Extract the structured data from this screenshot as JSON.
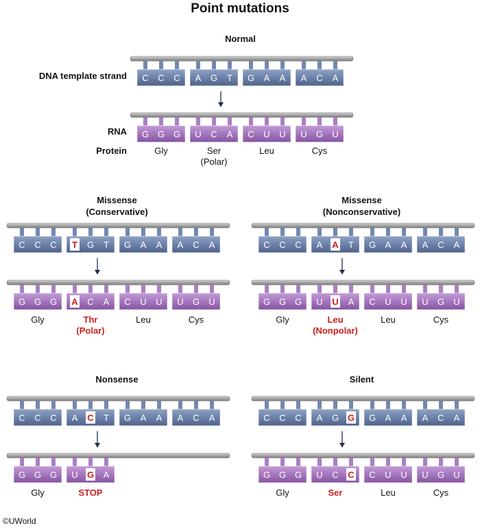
{
  "title": "Point mutations",
  "labels": {
    "dna": "DNA template strand",
    "rna": "RNA",
    "protein": "Protein"
  },
  "colors": {
    "dna": "#6f85ad",
    "rna": "#a77ac0",
    "mutation": "#cc1f1f",
    "backbone": "#a7a7a7",
    "arrow": "#1f2d4a"
  },
  "panels": [
    {
      "id": "normal",
      "title": [
        "Normal"
      ],
      "dna": [
        "CCC",
        "AGT",
        "GAA",
        "ACA"
      ],
      "dna_mut": [],
      "rna": [
        "GGG",
        "UCA",
        "CUU",
        "UGU"
      ],
      "rna_mut": [],
      "protein": [
        [
          "Gly"
        ],
        [
          "Ser",
          "(Polar)"
        ],
        [
          "Leu"
        ],
        [
          "Cys"
        ]
      ],
      "protein_mut": [],
      "full_backbone": true
    },
    {
      "id": "missense-conservative",
      "title": [
        "Missense",
        "(Conservative)"
      ],
      "dna": [
        "CCC",
        "TGT",
        "GAA",
        "ACA"
      ],
      "dna_mut": [
        [
          1,
          0
        ]
      ],
      "rna": [
        "GGG",
        "ACA",
        "CUU",
        "UGU"
      ],
      "rna_mut": [
        [
          1,
          0
        ]
      ],
      "protein": [
        [
          "Gly"
        ],
        [
          "Thr",
          "(Polar)"
        ],
        [
          "Leu"
        ],
        [
          "Cys"
        ]
      ],
      "protein_mut": [
        1
      ],
      "full_backbone": true
    },
    {
      "id": "missense-nonconservative",
      "title": [
        "Missense",
        "(Nonconservative)"
      ],
      "dna": [
        "CCC",
        "AAT",
        "GAA",
        "ACA"
      ],
      "dna_mut": [
        [
          1,
          1
        ]
      ],
      "rna": [
        "GGG",
        "UUA",
        "CUU",
        "UGU"
      ],
      "rna_mut": [
        [
          1,
          1
        ]
      ],
      "protein": [
        [
          "Gly"
        ],
        [
          "Leu",
          "(Nonpolar)"
        ],
        [
          "Leu"
        ],
        [
          "Cys"
        ]
      ],
      "protein_mut": [
        1
      ],
      "full_backbone": true
    },
    {
      "id": "nonsense",
      "title": [
        "Nonsense"
      ],
      "dna": [
        "CCC",
        "ACT",
        "GAA",
        "ACA"
      ],
      "dna_mut": [
        [
          1,
          1
        ]
      ],
      "rna": [
        "GGG",
        "UGA"
      ],
      "rna_mut": [
        [
          1,
          1
        ]
      ],
      "protein": [
        [
          "Gly"
        ],
        [
          "STOP"
        ]
      ],
      "protein_mut": [
        1
      ],
      "full_backbone": true
    },
    {
      "id": "silent",
      "title": [
        "Silent"
      ],
      "dna": [
        "CCC",
        "AGG",
        "GAA",
        "ACA"
      ],
      "dna_mut": [
        [
          1,
          2
        ]
      ],
      "rna": [
        "GGG",
        "UCC",
        "CUU",
        "UGU"
      ],
      "rna_mut": [
        [
          1,
          2
        ]
      ],
      "protein": [
        [
          "Gly"
        ],
        [
          "Ser"
        ],
        [
          "Leu"
        ],
        [
          "Cys"
        ]
      ],
      "protein_mut": [
        1
      ],
      "full_backbone": true
    }
  ],
  "copyright": "©UWorld"
}
